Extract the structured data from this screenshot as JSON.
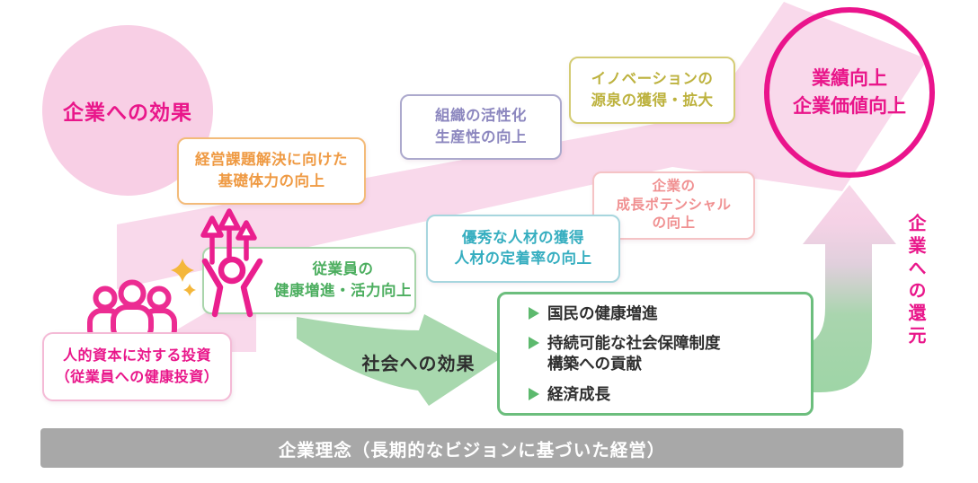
{
  "diagram": {
    "left_circle": {
      "label": "企業への効果"
    },
    "goal_circle": {
      "label": "業績向上\n企業価値向上"
    },
    "boxes": {
      "management": {
        "label": "経営課題解決に向けた\n基礎体力の向上"
      },
      "organization": {
        "label": "組織の活性化\n生産性の向上"
      },
      "innovation": {
        "label": "イノベーションの\n源泉の獲得・拡大"
      },
      "growth": {
        "label": "企業の\n成長ポテンシャル\nの向上"
      },
      "talent": {
        "label": "優秀な人材の獲得\n人材の定着率の向上"
      },
      "employee": {
        "label": "従業員の\n健康増進・活力向上"
      },
      "investment": {
        "label": "人的資本に対する投資\n（従業員への健康投資）"
      }
    },
    "society_arrow": {
      "label": "社会への効果"
    },
    "society_box": {
      "items": [
        {
          "text": "国民の健康増進"
        },
        {
          "text": "持続可能な社会保障制度\n構築への貢献"
        },
        {
          "text": "経済成長"
        }
      ]
    },
    "return_label": {
      "label": "企業への還元"
    },
    "philosophy_bar": {
      "label": "企業理念（長期的なビジョンに基づいた経営）"
    },
    "colors": {
      "accent_magenta": "#E9168A",
      "pink_band": "#F9D9EB",
      "circle_fill": "#F8CFE5",
      "orange_border": "#F3BB79",
      "orange_text": "#EF9A43",
      "lavender_border": "#ACA9CD",
      "lavender_text": "#8C87BF",
      "yellow_border": "#D4CC74",
      "yellow_text": "#BDB23E",
      "salmon_border": "#F5C3C5",
      "salmon_text": "#F09091",
      "teal_border": "#A7D6DE",
      "teal_text": "#36AEC0",
      "green_border": "#A9D5AB",
      "green_text": "#4CAE5F",
      "society_green": "#A8D8AE",
      "society_box_border": "#6CBE7D",
      "bullet_green": "#5CB96D",
      "gray_bar": "#A8A8A8",
      "dark_text": "#2E2E2E",
      "sparkle_gold": "#F4B73B"
    }
  }
}
